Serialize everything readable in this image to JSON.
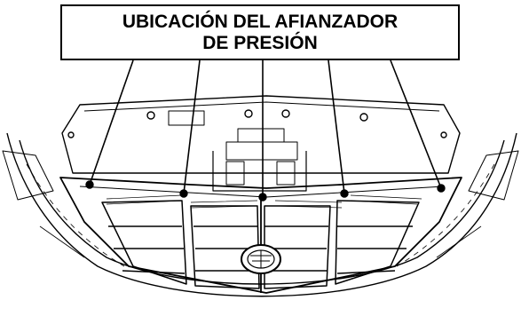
{
  "callout": {
    "line1": "UBICACIÓN DEL AFIANZADOR",
    "line2": "DE PRESIÓN"
  },
  "colors": {
    "ink": "#000000",
    "paper": "#ffffff"
  },
  "icons": [
    "pressure-retainer-marker",
    "cadillac-emblem-icon"
  ],
  "retainer_count": 5
}
